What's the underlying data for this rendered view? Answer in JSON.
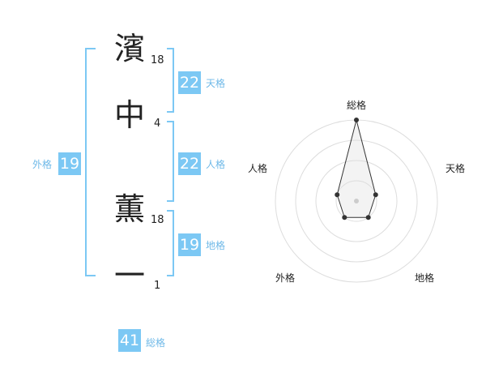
{
  "colors": {
    "accent": "#7cc8f4",
    "label": "#6fb9e8",
    "text": "#222222"
  },
  "name_chars": [
    {
      "char": "濱",
      "strokes": "18"
    },
    {
      "char": "中",
      "strokes": "4"
    },
    {
      "char": "薫",
      "strokes": "18"
    },
    {
      "char": "一",
      "strokes": "1"
    }
  ],
  "fortunes": {
    "tenkaku": {
      "label": "天格",
      "value": "22"
    },
    "jinkaku": {
      "label": "人格",
      "value": "22"
    },
    "chikaku": {
      "label": "地格",
      "value": "19"
    },
    "gaikaku": {
      "label": "外格",
      "value": "19"
    },
    "soukaku": {
      "label": "総格",
      "value": "41"
    }
  },
  "radar": {
    "axes": [
      "総格",
      "天格",
      "地格",
      "外格",
      "人格"
    ],
    "levels": 4,
    "values": [
      4,
      1,
      1,
      1,
      1
    ],
    "max": 4
  }
}
